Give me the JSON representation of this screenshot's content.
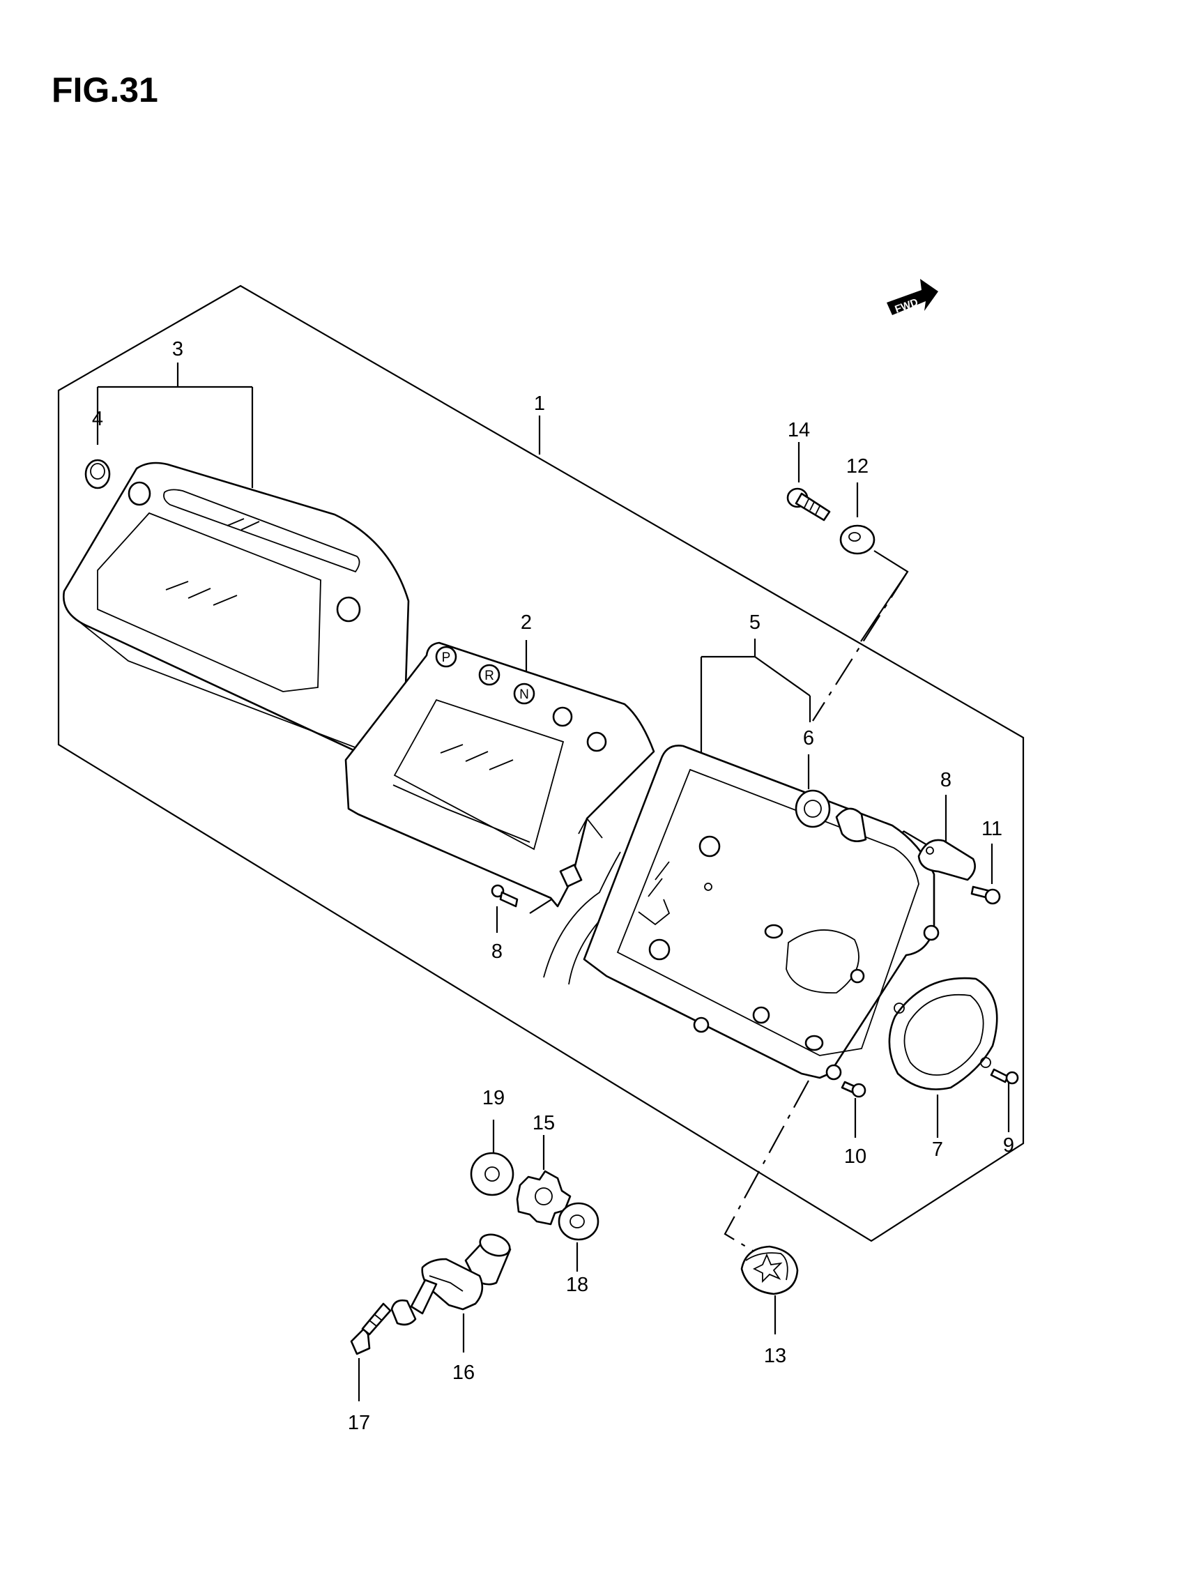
{
  "figure": {
    "title": "FIG.31"
  },
  "badge": {
    "text": "FWD"
  },
  "callouts": [
    {
      "id": "c1",
      "text": "1"
    },
    {
      "id": "c2",
      "text": "2"
    },
    {
      "id": "c3",
      "text": "3"
    },
    {
      "id": "c4",
      "text": "4"
    },
    {
      "id": "c5",
      "text": "5"
    },
    {
      "id": "c6",
      "text": "6"
    },
    {
      "id": "c7",
      "text": "7"
    },
    {
      "id": "c8a",
      "text": "8"
    },
    {
      "id": "c8b",
      "text": "8"
    },
    {
      "id": "c9",
      "text": "9"
    },
    {
      "id": "c10",
      "text": "10"
    },
    {
      "id": "c11",
      "text": "11"
    },
    {
      "id": "c12",
      "text": "12"
    },
    {
      "id": "c13",
      "text": "13"
    },
    {
      "id": "c14",
      "text": "14"
    },
    {
      "id": "c15",
      "text": "15"
    },
    {
      "id": "c16",
      "text": "16"
    },
    {
      "id": "c17",
      "text": "17"
    },
    {
      "id": "c18",
      "text": "18"
    },
    {
      "id": "c19",
      "text": "19"
    }
  ],
  "indicators": [
    "P",
    "R",
    "N"
  ]
}
